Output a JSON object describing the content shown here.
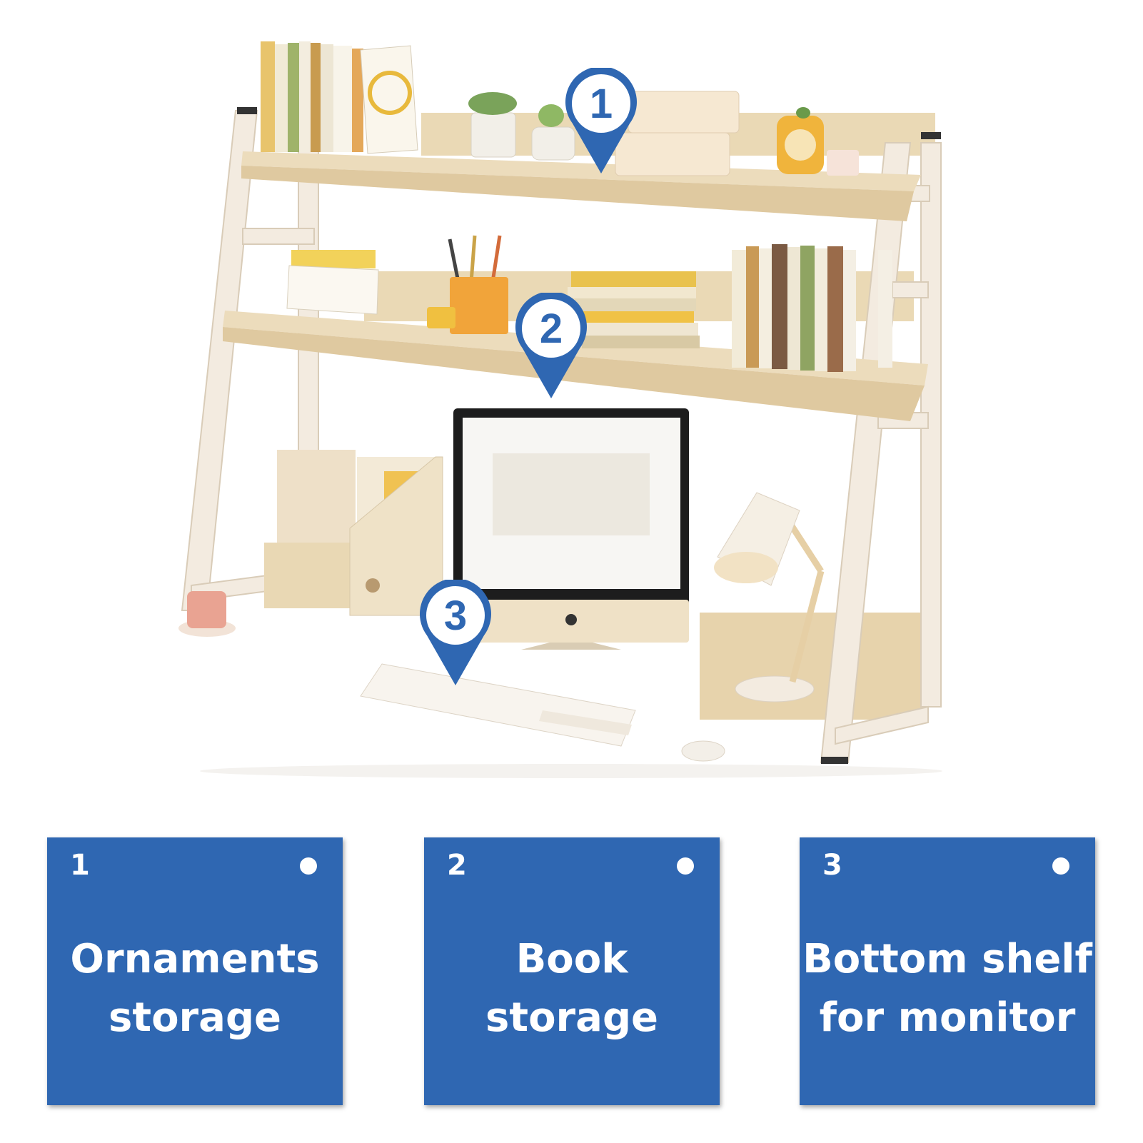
{
  "markers": [
    {
      "number": "1"
    },
    {
      "number": "2"
    },
    {
      "number": "3"
    }
  ],
  "cards": [
    {
      "number": "1",
      "line1": "Ornaments",
      "line2": "storage"
    },
    {
      "number": "2",
      "line1": "Book",
      "line2": "storage"
    },
    {
      "number": "3",
      "line1": "Bottom shelf",
      "line2": "for monitor"
    }
  ],
  "colors": {
    "accent_blue": "#2f67b2",
    "shelf_wood": "#ecdcbc",
    "frame_white": "#f3ebe0"
  }
}
